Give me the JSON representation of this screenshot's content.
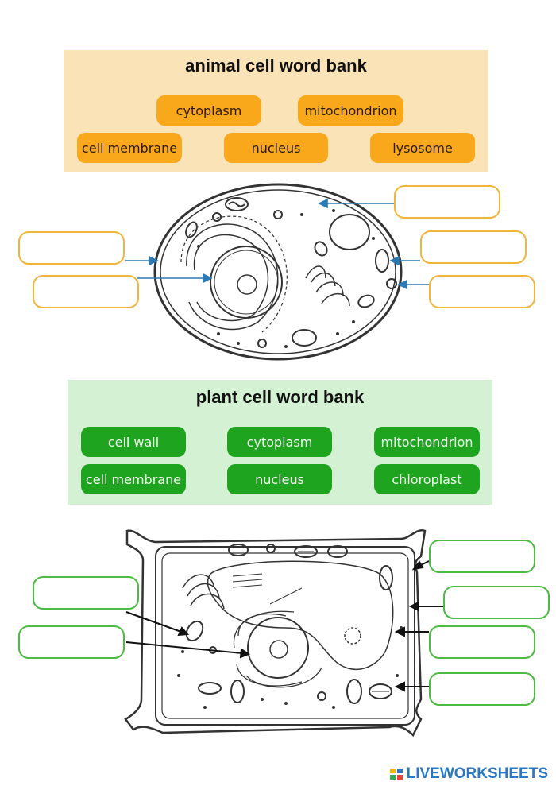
{
  "animal_bank": {
    "title": "animal cell word bank",
    "words": [
      "cytoplasm",
      "mitochondrion",
      "cell membrane",
      "nucleus",
      "lysosome"
    ]
  },
  "plant_bank": {
    "title": "plant cell word bank",
    "words": [
      "cell wall",
      "cytoplasm",
      "mitochondrion",
      "cell membrane",
      "nucleus",
      "chloroplast"
    ]
  },
  "animal_answers": [
    "",
    "",
    "",
    "",
    "",
    ""
  ],
  "plant_answers": [
    "",
    "",
    "",
    "",
    "",
    ""
  ],
  "footer": {
    "brand": "LIVEWORKSHEETS"
  },
  "colors": {
    "animal_bank_bg": "#fbe3b8",
    "animal_chip": "#f9a81b",
    "animal_box_border": "#f2b53c",
    "plant_bank_bg": "#d4f2d3",
    "plant_chip": "#1ea41e",
    "plant_box_border": "#4bbb41",
    "animal_arrow": "#2a7ab5",
    "plant_arrow": "#000000"
  },
  "icons": {
    "animal_diagram": "animal-cell-illustration",
    "plant_diagram": "plant-cell-illustration",
    "brand_logo": "liveworksheets-logo"
  }
}
